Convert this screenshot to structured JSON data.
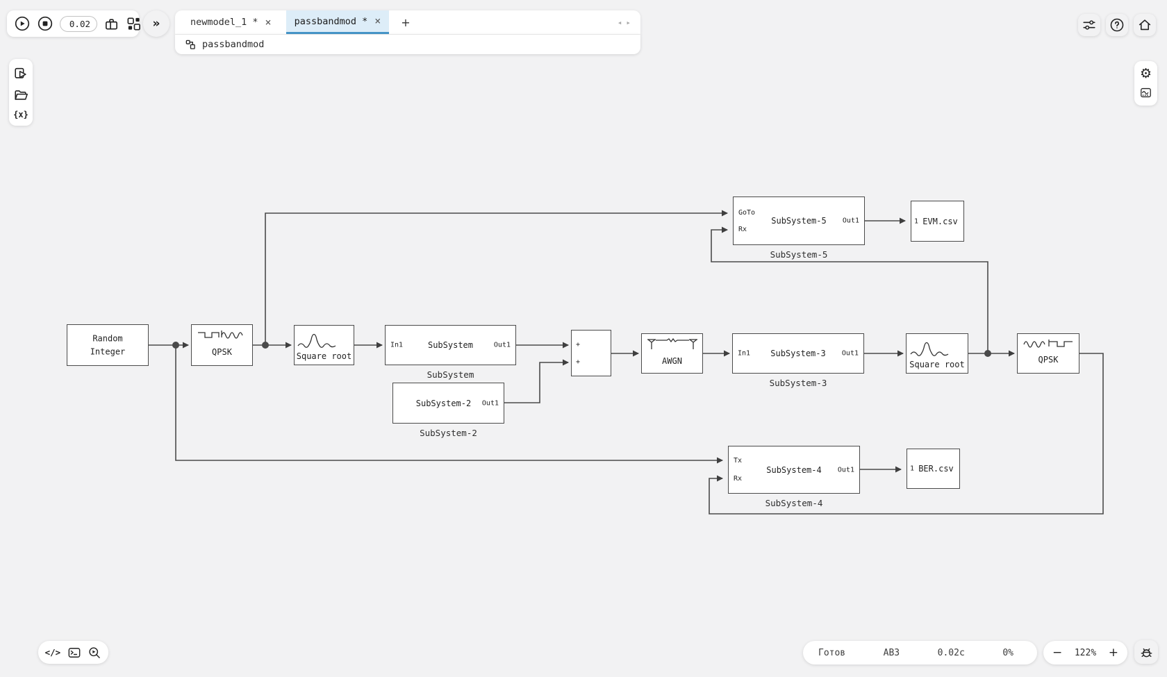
{
  "toolbar": {
    "sim_time": "0.02",
    "expand_glyph": "»"
  },
  "tabs": {
    "items": [
      {
        "label": "newmodel_1 *"
      },
      {
        "label": "passbandmod *"
      }
    ],
    "close_glyph": "×",
    "new_tab_glyph": "+",
    "scroll_left_glyph": "◂",
    "scroll_right_glyph": "▸"
  },
  "breadcrumb": {
    "path": "passbandmod"
  },
  "icons": {
    "gear": "⚙",
    "help": "?",
    "variables": "{x}",
    "code": "</>"
  },
  "statusbar": {
    "status": "Готов",
    "solver": "AB3",
    "time": "0.02с",
    "progress": "0%",
    "zoom_out_glyph": "−",
    "zoom_level": "122%",
    "zoom_in_glyph": "+"
  },
  "diagram": {
    "blocks": {
      "random_integer": {
        "title_line1": "Random",
        "title_line2": "Integer"
      },
      "qpsk_mod": {
        "title": "QPSK"
      },
      "sqrt_1": {
        "title": "Square root"
      },
      "subsystem": {
        "in": "In1",
        "title": "SubSystem",
        "out": "Out1",
        "caption": "SubSystem"
      },
      "subsystem_2": {
        "title": "SubSystem-2",
        "out": "Out1",
        "caption": "SubSystem-2"
      },
      "sum": {
        "plus1": "+",
        "plus2": "+"
      },
      "awgn": {
        "title": "AWGN"
      },
      "subsystem_3": {
        "in": "In1",
        "title": "SubSystem-3",
        "out": "Out1",
        "caption": "SubSystem-3"
      },
      "sqrt_2": {
        "title": "Square root"
      },
      "qpsk_demod": {
        "title": "QPSK"
      },
      "subsystem_5": {
        "port1": "GoTo",
        "port2": "Rx",
        "title": "SubSystem-5",
        "out": "Out1",
        "caption": "SubSystem-5"
      },
      "evm": {
        "port": "1",
        "title": "EVM.csv"
      },
      "subsystem_4": {
        "port1": "Tx",
        "port2": "Rx",
        "title": "SubSystem-4",
        "out": "Out1",
        "caption": "SubSystem-4"
      },
      "ber": {
        "port": "1",
        "title": "BER.csv"
      }
    }
  },
  "colors": {
    "accent_tab": "#4695c8",
    "active_tab_bg": "#ddedf8",
    "wire": "#4a4a4a",
    "canvas_bg": "#f2f2f3"
  }
}
